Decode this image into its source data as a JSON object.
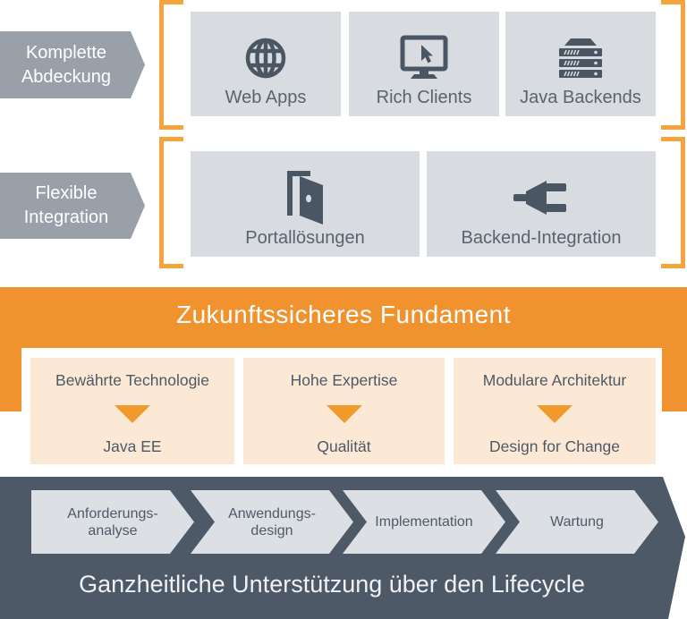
{
  "colors": {
    "label_arrow_gray": "#99A0AA",
    "box_gray": "#D8DBE0",
    "icon_slate": "#4A5663",
    "box_text": "#59636F",
    "bracket_orange": "#F5A43C",
    "band_orange": "#F0932F",
    "pillar_cream": "#FBE9D6",
    "pillar_text": "#4E5966",
    "triangle_orange": "#F2992C",
    "bottom_band_slate": "#4E5967",
    "chevron_fill": "#DCE0E5",
    "white_text": "#FFFFFF"
  },
  "rows": [
    {
      "label_lines": [
        "Komplette",
        "Abdeckung"
      ],
      "boxes": [
        {
          "icon": "globe-icon",
          "label": "Web Apps"
        },
        {
          "icon": "monitor-cursor-icon",
          "label": "Rich Clients"
        },
        {
          "icon": "server-icon",
          "label": "Java Backends"
        }
      ]
    },
    {
      "label_lines": [
        "Flexible",
        "Integration"
      ],
      "boxes": [
        {
          "icon": "door-icon",
          "label": "Portallösungen"
        },
        {
          "icon": "plug-icon",
          "label": "Backend-Integration"
        }
      ]
    }
  ],
  "fundament": {
    "title": "Zukunftssicheres Fundament",
    "pillars": [
      {
        "top": "Bewährte Technologie",
        "bottom": "Java EE"
      },
      {
        "top": "Hohe Expertise",
        "bottom": "Qualität"
      },
      {
        "top": "Modulare Architektur",
        "bottom": "Design for Change"
      }
    ]
  },
  "lifecycle": {
    "steps": [
      {
        "lines": [
          "Anforderungs-",
          "analyse"
        ]
      },
      {
        "lines": [
          "Anwendungs-",
          "design"
        ]
      },
      {
        "lines": [
          "Implementation",
          ""
        ]
      },
      {
        "lines": [
          "Wartung",
          ""
        ]
      }
    ],
    "caption": "Ganzheitliche Unterstützung über den Lifecycle"
  }
}
